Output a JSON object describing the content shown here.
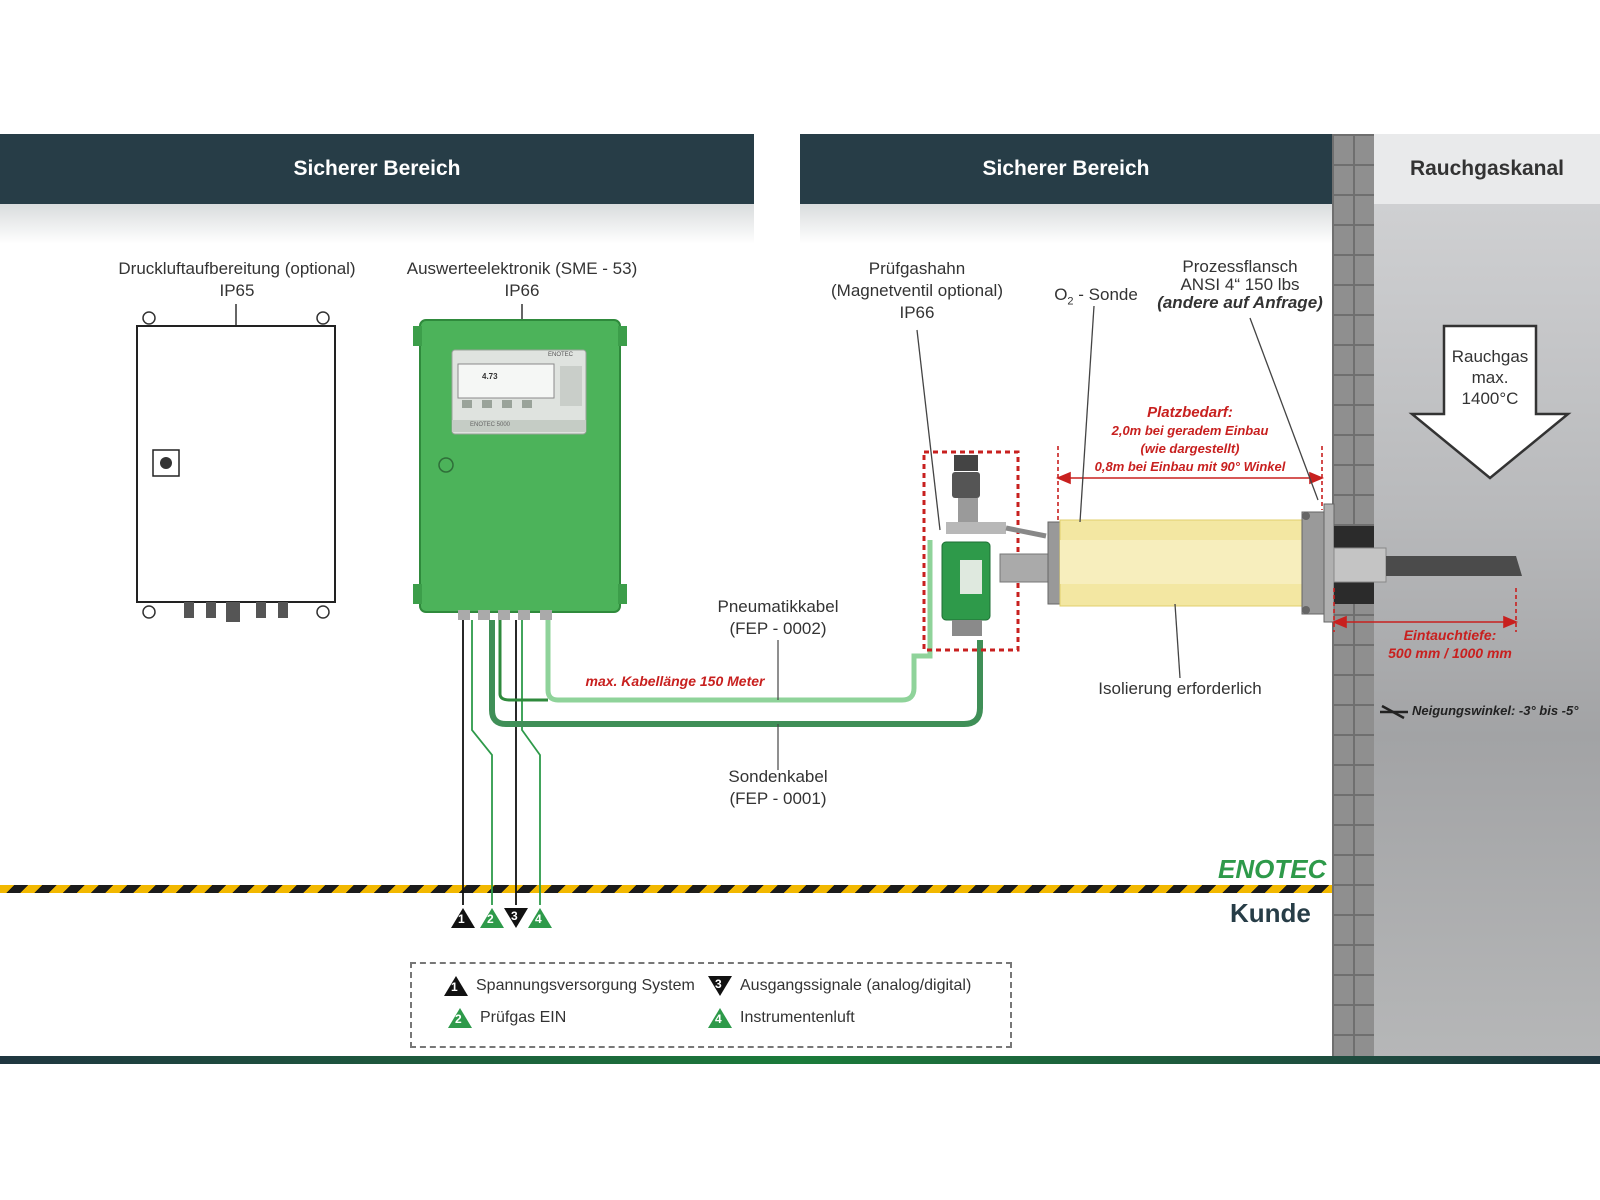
{
  "headers": {
    "left": "Sicherer Bereich",
    "middle": "Sicherer Bereich",
    "duct": "Rauchgaskanal"
  },
  "components": {
    "compressed_air": {
      "title": "Druckluftaufbereitung (optional)",
      "rating": "IP65"
    },
    "electronics": {
      "title": "Auswerteelektronik (SME - 53)",
      "rating": "IP66",
      "display_value": "4.73",
      "brand_small": "ENOTEC",
      "model_small": "ENOTEC 5000"
    },
    "test_gas_valve": {
      "line1": "Prüfgashahn",
      "line2": "(Magnetventil optional)",
      "rating": "IP66"
    },
    "o2_probe": {
      "label_prefix": "O",
      "label_sub": "2",
      "label_suffix": " - Sonde"
    },
    "process_flange": {
      "line1": "Prozessflansch",
      "line2": "ANSI 4“ 150 lbs",
      "line3": "(andere auf Anfrage)"
    }
  },
  "flue_gas": {
    "line1": "Rauchgas",
    "line2": "max.",
    "line3": "1400°C"
  },
  "space_requirement": {
    "title": "Platzbedarf:",
    "line1": "2,0m bei geradem Einbau",
    "line2": "(wie dargestellt)",
    "line3": "0,8m bei Einbau mit 90° Winkel"
  },
  "cables": {
    "pneumatic": {
      "line1": "Pneumatikkabel",
      "line2": "(FEP - 0002)"
    },
    "max_length": "max. Kabellänge 150 Meter",
    "probe": {
      "line1": "Sondenkabel",
      "line2": "(FEP - 0001)"
    }
  },
  "insulation": "Isolierung erforderlich",
  "immersion": {
    "title": "Eintauchtiefe:",
    "values": "500 mm / 1000 mm"
  },
  "inclination": "Neigungswinkel: -3° bis -5°",
  "boundary": {
    "upper": "ENOTEC",
    "lower": "Kunde"
  },
  "connections": [
    "1",
    "2",
    "3",
    "4"
  ],
  "legend": [
    {
      "num": "1",
      "text": "Spannungsversorgung System"
    },
    {
      "num": "3",
      "text": "Ausgangssignale (analog/digital)"
    },
    {
      "num": "2",
      "text": "Prüfgas EIN"
    },
    {
      "num": "4",
      "text": "Instrumentenluft"
    }
  ],
  "colors": {
    "header": "#273d47",
    "green": "#4cb35a",
    "red": "#c8201f",
    "probe": "#f3e7a2"
  }
}
